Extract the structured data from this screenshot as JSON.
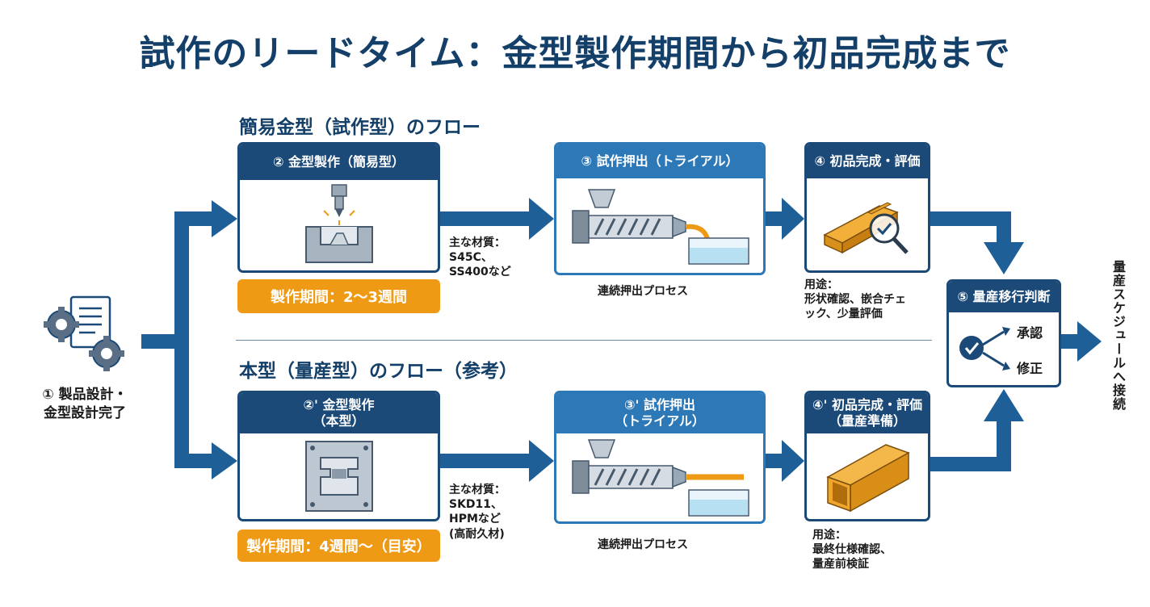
{
  "title": "試作のリードタイム：金型製作期間から初品完成まで",
  "flows": {
    "simple": {
      "section_title": "簡易金型（試作型）のフロー",
      "mold_card_title": "② 金型製作（簡易型）",
      "period": "製作期間：2〜3週間",
      "material_note": [
        "主な材質：",
        "S45C、",
        "SS400など"
      ],
      "trial_card_title": "③ 試作押出（トライアル）",
      "trial_caption": "連続押出プロセス",
      "first_card_title": "④ 初品完成・評価",
      "usage_note": [
        "用途：",
        "形状確認、嵌合チェ",
        "ック、少量評価"
      ]
    },
    "production": {
      "section_title": "本型（量産型）のフロー（参考）",
      "mold_card_title": [
        "②' 金型製作",
        "（本型）"
      ],
      "period": "製作期間：4週間〜（目安）",
      "material_note": [
        "主な材質：",
        "SKD11、",
        "HPMなど",
        "(高耐久材)"
      ],
      "trial_card_title": [
        "③' 試作押出",
        "（トライアル）"
      ],
      "trial_caption": "連続押出プロセス",
      "first_card_title": [
        "④' 初品完成・評価",
        "（量産準備）"
      ],
      "usage_note": [
        "用途：",
        "最終仕様確認、",
        "量産前検証"
      ]
    }
  },
  "start": {
    "label": [
      "① 製品設計・",
      "金型設計完了"
    ],
    "icon": "gear-document-icon"
  },
  "decision": {
    "title": "⑤ 量産移行判断",
    "options": [
      "承認",
      "修正"
    ]
  },
  "end_label": "量産スケジュールへ接続",
  "colors": {
    "navy": "#1b4a78",
    "blue": "#2d78b6",
    "orange": "#ef9a14",
    "title": "#133f68"
  }
}
